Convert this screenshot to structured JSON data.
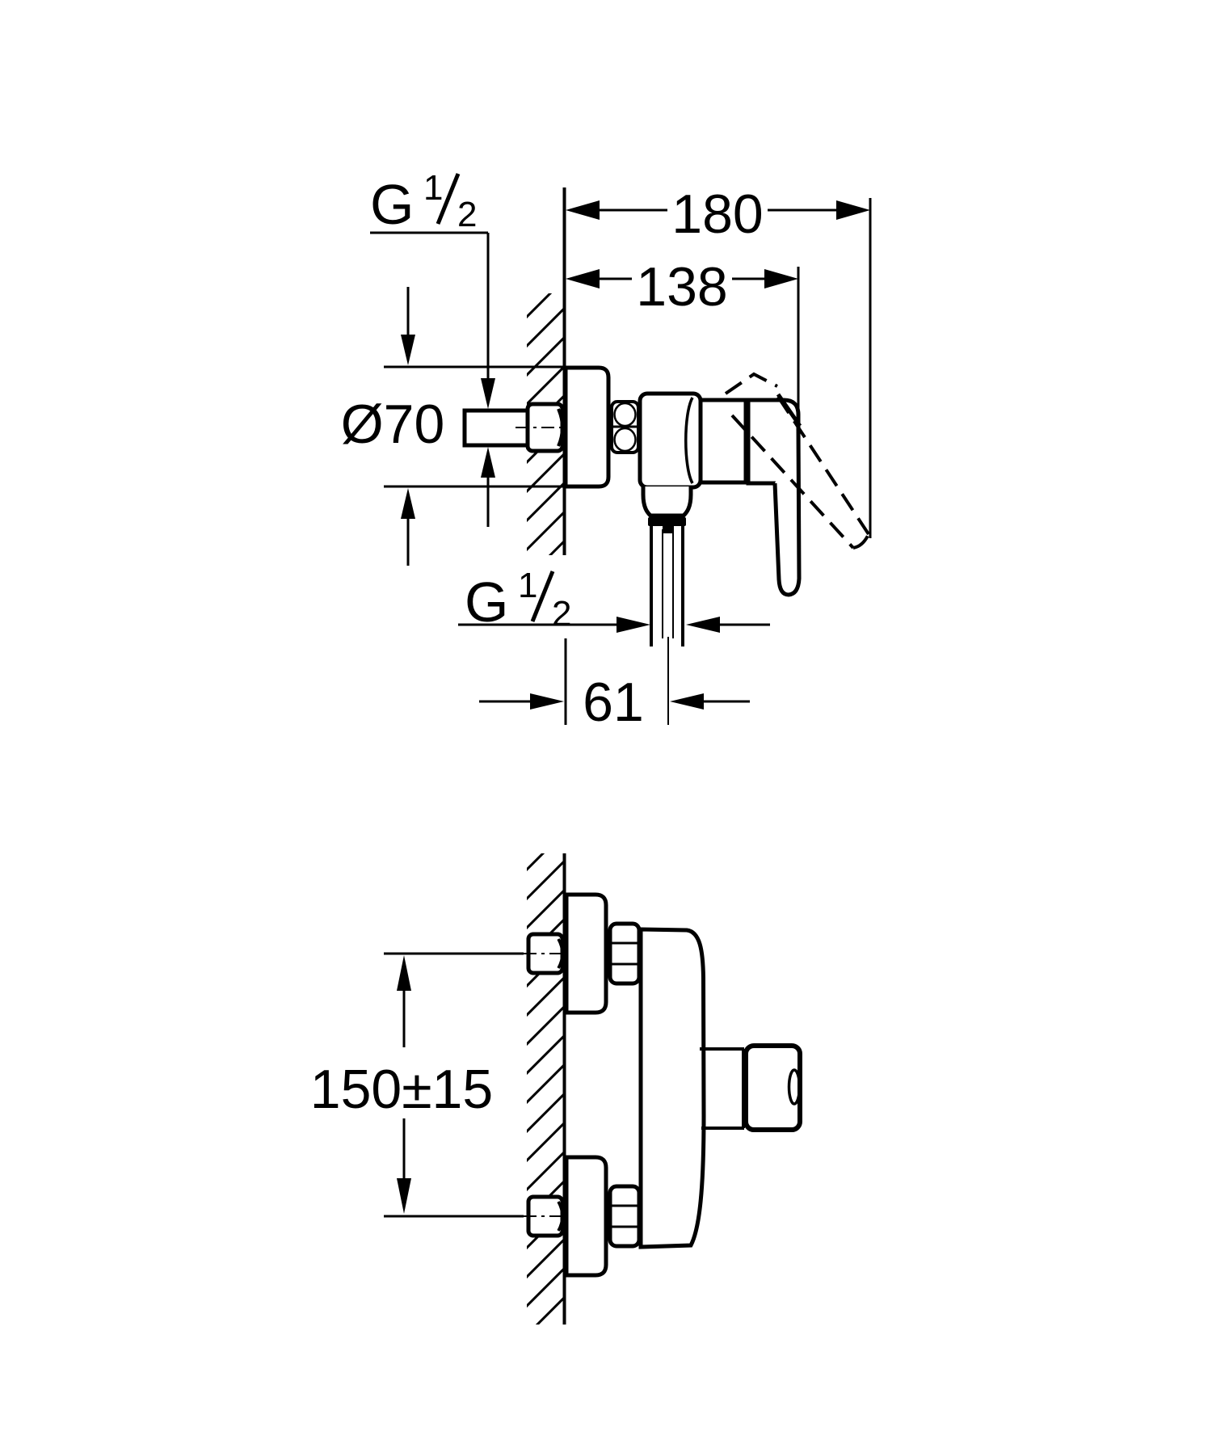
{
  "page": {
    "background": "#ffffff",
    "line_color": "#000000"
  },
  "side_view": {
    "dim_total_depth": "180",
    "dim_body_depth": "138",
    "dim_escutcheon_diameter": "Ø70",
    "dim_outlet_offset": "61",
    "inlet_thread_letter": "G",
    "inlet_thread_numerator": "1",
    "inlet_thread_denominator": "2",
    "outlet_thread_letter": "G",
    "outlet_thread_numerator": "1",
    "outlet_thread_denominator": "2"
  },
  "front_view": {
    "dim_connection_spacing": "150±15"
  }
}
